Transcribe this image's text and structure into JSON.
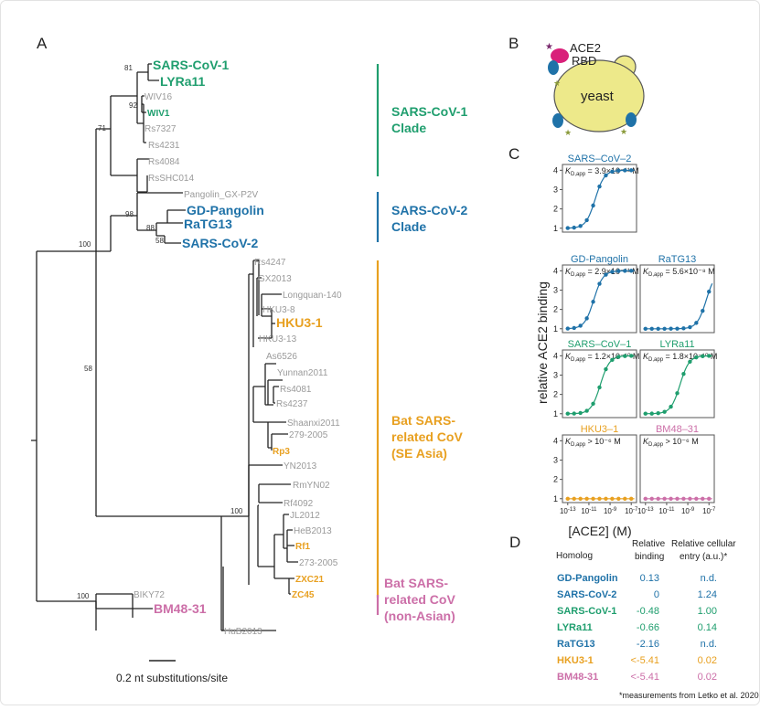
{
  "colors": {
    "green": "#1f9e6e",
    "blue": "#1f72a8",
    "orange": "#e8a020",
    "pink": "#cc6fa8",
    "gray": "#9a9a9a",
    "black": "#222222",
    "yeast_fill": "#ede98a",
    "magenta": "#d9207a"
  },
  "panels": {
    "A": "A",
    "B": "B",
    "C": "C",
    "D": "D"
  },
  "tree": {
    "leaves": {
      "sarscov1": "SARS-CoV-1",
      "lyra11": "LYRa11",
      "wiv16": "WIV16",
      "wiv1": "WIV1",
      "rs7327": "Rs7327",
      "rs4231": "Rs4231",
      "rs4084": "Rs4084",
      "rsshc014": "RsSHC014",
      "pangolin_gx": "Pangolin_GX-P2V",
      "gd_pangolin": "GD-Pangolin",
      "ratg13": "RaTG13",
      "sarscov2": "SARS-CoV-2",
      "rs4247": "Rs4247",
      "gx2013": "GX2013",
      "longquan": "Longquan-140",
      "hku3_8": "HKU3-8",
      "hku3_1": "HKU3-1",
      "hku3_13": "HKU3-13",
      "as6526": "As6526",
      "yunnan2011": "Yunnan2011",
      "rs4081": "Rs4081",
      "rs4237": "Rs4237",
      "shaanxi2011": "Shaanxi2011",
      "s279": "279-2005",
      "rp3": "Rp3",
      "yn2013": "YN2013",
      "rmyn02": "RmYN02",
      "rf4092": "Rf4092",
      "jl2012": "JL2012",
      "heb2013": "HeB2013",
      "rf1": "Rf1",
      "s273": "273-2005",
      "zxc21": "ZXC21",
      "zc45": "ZC45",
      "hub2013": "HuB2013",
      "bliky72": "BIKY72",
      "bm4831": "BM48-31"
    },
    "bootstrap": {
      "b81": "81",
      "b92": "92",
      "b71": "71",
      "b98": "98",
      "b88": "88",
      "b58a": "58",
      "b100a": "100",
      "b58b": "58",
      "b100b": "100",
      "b100c": "100"
    },
    "clades": {
      "c1_line1": "SARS-CoV-1",
      "c1_line2": "Clade",
      "c2_line1": "SARS-CoV-2",
      "c2_line2": "Clade",
      "c3_line1": "Bat SARS-",
      "c3_line2": "related CoV",
      "c3_line3": "(SE Asia)",
      "c4_line1": "Bat SARS-",
      "c4_line2": "related CoV",
      "c4_line3": "(non-Asian)"
    },
    "scale_label": "0.2 nt substitutions/site"
  },
  "panel_b": {
    "ace2": "ACE2",
    "rbd": "RBD",
    "yeast": "yeast"
  },
  "panel_c": {
    "y_axis_label": "relative ACE2 binding",
    "x_axis_label": "[ACE2] (M)",
    "kd_prefix": "K",
    "kd_sub": "D,app",
    "y_ticks": [
      "1",
      "2",
      "3",
      "4"
    ],
    "x_ticks": [
      {
        "base": "10",
        "exp": "-13"
      },
      {
        "base": "10",
        "exp": "-11"
      },
      {
        "base": "10",
        "exp": "-9"
      },
      {
        "base": "10",
        "exp": "-7"
      }
    ],
    "plots": [
      {
        "title": "SARS–CoV–2",
        "kd": "= 3.9×10⁻¹¹ M",
        "kd_log10": -10.41
      },
      {
        "title": "GD-Pangolin",
        "kd": "= 2.9×10⁻¹¹ M",
        "kd_log10": -10.54
      },
      {
        "title": "RaTG13",
        "kd": "= 5.6×10⁻⁸ M",
        "kd_log10": -7.25
      },
      {
        "title": "SARS–CoV–1",
        "kd": "= 1.2×10⁻¹⁰ M",
        "kd_log10": -9.92
      },
      {
        "title": "LYRa11",
        "kd": "= 1.8×10⁻¹⁰ M",
        "kd_log10": -9.74
      },
      {
        "title": "HKU3–1",
        "kd": "> 10⁻⁶ M",
        "kd_log10": null
      },
      {
        "title": "BM48–31",
        "kd": "> 10⁻⁶ M",
        "kd_log10": null
      }
    ]
  },
  "table": {
    "headers": {
      "homolog": "Homolog",
      "binding_1": "Relative",
      "binding_2": "binding",
      "entry_1": "Relative cellular",
      "entry_2": "entry (a.u.)*"
    },
    "rows": [
      {
        "name": "GD-Pangolin",
        "binding": "0.13",
        "entry": "n.d."
      },
      {
        "name": "SARS-CoV-2",
        "binding": "0",
        "entry": "1.24"
      },
      {
        "name": "SARS-CoV-1",
        "binding": "-0.48",
        "entry": "1.00"
      },
      {
        "name": "LYRa11",
        "binding": "-0.66",
        "entry": "0.14"
      },
      {
        "name": "RaTG13",
        "binding": "-2.16",
        "entry": "n.d."
      },
      {
        "name": "HKU3-1",
        "binding": "<-5.41",
        "entry": "0.02"
      },
      {
        "name": "BM48-31",
        "binding": "<-5.41",
        "entry": "0.02"
      }
    ],
    "footnote": "*measurements from Letko et al. 2020"
  }
}
